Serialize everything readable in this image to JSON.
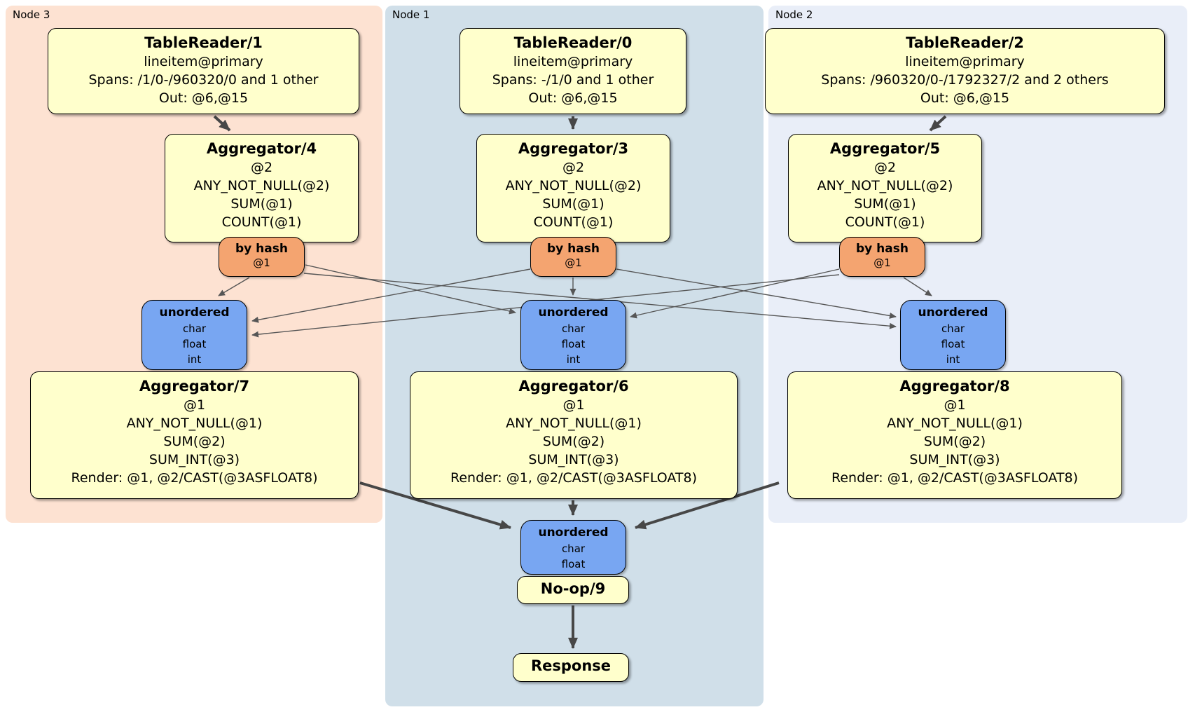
{
  "regions": {
    "node3": {
      "label": "Node 3",
      "table_reader": {
        "title": "TableReader/1",
        "index": "lineitem@primary",
        "spans": "Spans: /1/0-/960320/0 and 1 other",
        "out": "Out: @6,@15"
      },
      "aggregator_top": {
        "title": "Aggregator/4",
        "group": "@2",
        "fns": [
          "ANY_NOT_NULL(@2)",
          "SUM(@1)",
          "COUNT(@1)"
        ]
      },
      "router": {
        "title": "by hash",
        "arg": "@1"
      },
      "sync": {
        "title": "unordered",
        "streams": [
          "char",
          "float",
          "int"
        ]
      },
      "aggregator_bottom": {
        "title": "Aggregator/7",
        "group": "@1",
        "fns": [
          "ANY_NOT_NULL(@1)",
          "SUM(@2)",
          "SUM_INT(@3)"
        ],
        "render": "Render: @1, @2/CAST(@3ASFLOAT8)"
      }
    },
    "node1": {
      "label": "Node 1",
      "table_reader": {
        "title": "TableReader/0",
        "index": "lineitem@primary",
        "spans": "Spans: -/1/0 and 1 other",
        "out": "Out: @6,@15"
      },
      "aggregator_top": {
        "title": "Aggregator/3",
        "group": "@2",
        "fns": [
          "ANY_NOT_NULL(@2)",
          "SUM(@1)",
          "COUNT(@1)"
        ]
      },
      "router": {
        "title": "by hash",
        "arg": "@1"
      },
      "sync": {
        "title": "unordered",
        "streams": [
          "char",
          "float",
          "int"
        ]
      },
      "aggregator_bottom": {
        "title": "Aggregator/6",
        "group": "@1",
        "fns": [
          "ANY_NOT_NULL(@1)",
          "SUM(@2)",
          "SUM_INT(@3)"
        ],
        "render": "Render: @1, @2/CAST(@3ASFLOAT8)"
      }
    },
    "node2": {
      "label": "Node 2",
      "table_reader": {
        "title": "TableReader/2",
        "index": "lineitem@primary",
        "spans": "Spans: /960320/0-/1792327/2 and 2 others",
        "out": "Out: @6,@15"
      },
      "aggregator_top": {
        "title": "Aggregator/5",
        "group": "@2",
        "fns": [
          "ANY_NOT_NULL(@2)",
          "SUM(@1)",
          "COUNT(@1)"
        ]
      },
      "router": {
        "title": "by hash",
        "arg": "@1"
      },
      "sync": {
        "title": "unordered",
        "streams": [
          "char",
          "float",
          "int"
        ]
      },
      "aggregator_bottom": {
        "title": "Aggregator/8",
        "group": "@1",
        "fns": [
          "ANY_NOT_NULL(@1)",
          "SUM(@2)",
          "SUM_INT(@3)"
        ],
        "render": "Render: @1, @2/CAST(@3ASFLOAT8)"
      }
    },
    "final": {
      "sync": {
        "title": "unordered",
        "streams": [
          "char",
          "float"
        ]
      },
      "noop": {
        "title": "No-op/9"
      },
      "response": {
        "title": "Response"
      }
    }
  },
  "colors": {
    "node3_bg": "#fde2d2",
    "node1_bg": "#d0dfe9",
    "node2_bg": "#e9eef8",
    "processor_bg": "#ffffcc",
    "router_bg": "#f4a470",
    "sync_bg": "#78a6f2",
    "thick_arrow": "#474747",
    "thin_line": "#565656"
  }
}
